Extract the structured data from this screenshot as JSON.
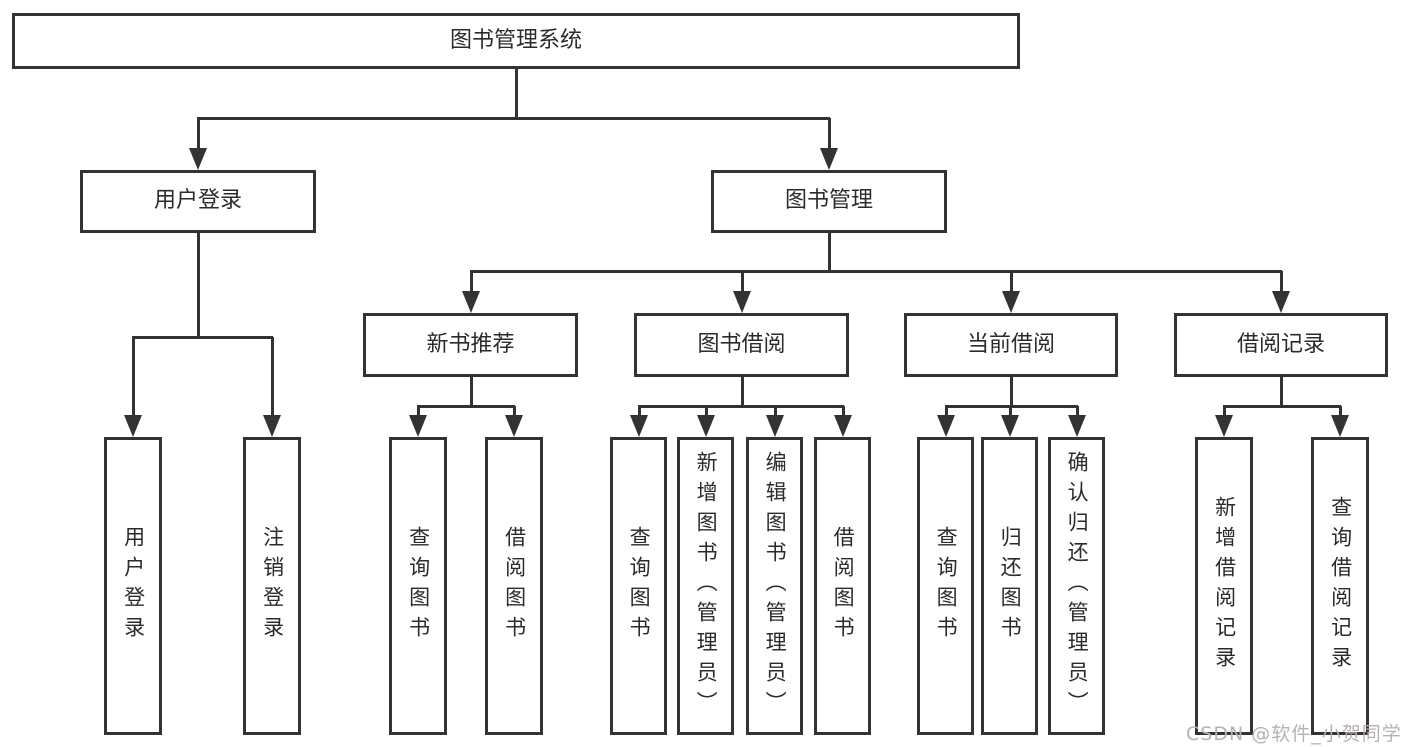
{
  "diagram": {
    "background": "#ffffff",
    "line_color": "#333333",
    "text_color": "#2b2b2b",
    "watermark": "CSDN @软件_小贺同学",
    "watermark_color": "#b9b0b0"
  },
  "nodes": [
    {
      "id": "root",
      "label": "图书管理系统",
      "level": 1
    },
    {
      "id": "user-login",
      "label": "用户登录",
      "level": 2
    },
    {
      "id": "book-mgmt",
      "label": "图书管理",
      "level": 2
    },
    {
      "id": "new-book-rec",
      "label": "新书推荐",
      "level": 3
    },
    {
      "id": "book-borrowing",
      "label": "图书借阅",
      "level": 3
    },
    {
      "id": "current-borrowing",
      "label": "当前借阅",
      "level": 3
    },
    {
      "id": "borrowing-records",
      "label": "借阅记录",
      "level": 3
    },
    {
      "id": "user-login-action",
      "label": "用户登录",
      "level": 4
    },
    {
      "id": "logout-action",
      "label": "注销登录",
      "level": 4
    },
    {
      "id": "query-books-rec",
      "label": "查询图书",
      "level": 4
    },
    {
      "id": "borrow-books-rec",
      "label": "借阅图书",
      "level": 4
    },
    {
      "id": "query-books-borrow",
      "label": "查询图书",
      "level": 4
    },
    {
      "id": "add-books-admin",
      "label": "新增图书（管理员）",
      "level": 4
    },
    {
      "id": "edit-books-admin",
      "label": "编辑图书（管理员）",
      "level": 4
    },
    {
      "id": "borrow-books-borrow",
      "label": "借阅图书",
      "level": 4
    },
    {
      "id": "query-books-current",
      "label": "查询图书",
      "level": 4
    },
    {
      "id": "return-books",
      "label": "归还图书",
      "level": 4
    },
    {
      "id": "confirm-return-admin",
      "label": "确认归还（管理员）",
      "level": 4
    },
    {
      "id": "add-borrow-record",
      "label": "新增借阅记录",
      "level": 4
    },
    {
      "id": "query-borrow-record",
      "label": "查询借阅记录",
      "level": 4
    }
  ],
  "edges": [
    {
      "from": "root",
      "to": [
        "user-login",
        "book-mgmt"
      ]
    },
    {
      "from": "user-login",
      "to": [
        "user-login-action",
        "logout-action"
      ]
    },
    {
      "from": "book-mgmt",
      "to": [
        "new-book-rec",
        "book-borrowing",
        "current-borrowing",
        "borrowing-records"
      ]
    },
    {
      "from": "new-book-rec",
      "to": [
        "query-books-rec",
        "borrow-books-rec"
      ]
    },
    {
      "from": "book-borrowing",
      "to": [
        "query-books-borrow",
        "add-books-admin",
        "edit-books-admin",
        "borrow-books-borrow"
      ]
    },
    {
      "from": "current-borrowing",
      "to": [
        "query-books-current",
        "return-books",
        "confirm-return-admin"
      ]
    },
    {
      "from": "borrowing-records",
      "to": [
        "add-borrow-record",
        "query-borrow-record"
      ]
    }
  ]
}
